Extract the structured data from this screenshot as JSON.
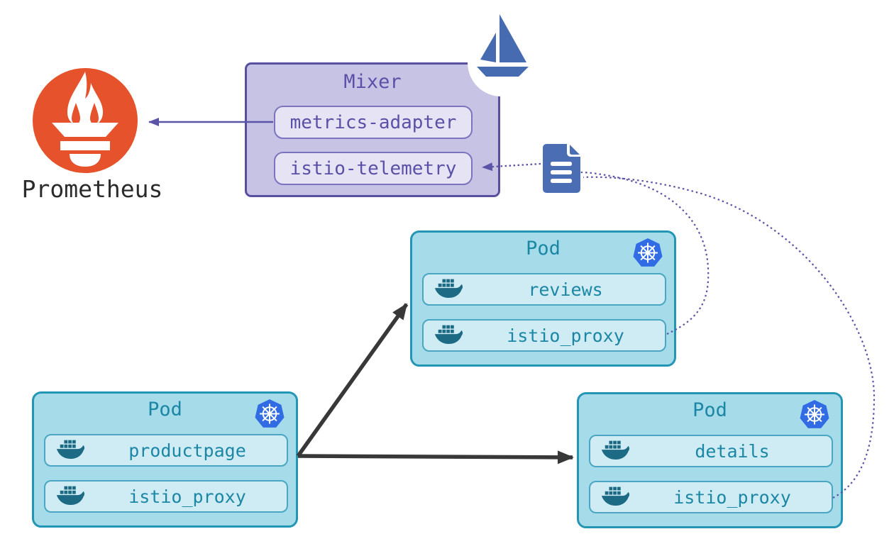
{
  "prometheus": {
    "label": "Prometheus"
  },
  "mixer": {
    "title": "Mixer",
    "components": [
      {
        "label": "metrics-adapter"
      },
      {
        "label": "istio-telemetry"
      }
    ]
  },
  "pods": {
    "reviews": {
      "title": "Pod",
      "containers": [
        {
          "label": "reviews"
        },
        {
          "label": "istio_proxy"
        }
      ]
    },
    "productpage": {
      "title": "Pod",
      "containers": [
        {
          "label": "productpage"
        },
        {
          "label": "istio_proxy"
        }
      ]
    },
    "details": {
      "title": "Pod",
      "containers": [
        {
          "label": "details"
        },
        {
          "label": "istio_proxy"
        }
      ]
    }
  },
  "icons": {
    "prometheus": "prometheus-torch-icon",
    "istio": "istio-sailboat-icon",
    "kubernetes": "kubernetes-helm-icon",
    "docker": "docker-whale-icon",
    "document": "telemetry-document-icon"
  },
  "colors": {
    "prometheus_orange": "#e6522c",
    "mixer_fill": "#c7c3e4",
    "mixer_border": "#584fa1",
    "mixer_text": "#5a50a8",
    "pod_fill": "#a6dcea",
    "pod_border": "#2496b5",
    "pod_text": "#1b87a5",
    "container_fill": "#cfecf4",
    "docker_teal": "#1d6a85",
    "kubernetes_blue": "#326ce5",
    "istio_blue": "#466bb0",
    "document_blue": "#4b6db4",
    "arrow_purple": "#5b54a7",
    "arrow_black": "#383838"
  }
}
